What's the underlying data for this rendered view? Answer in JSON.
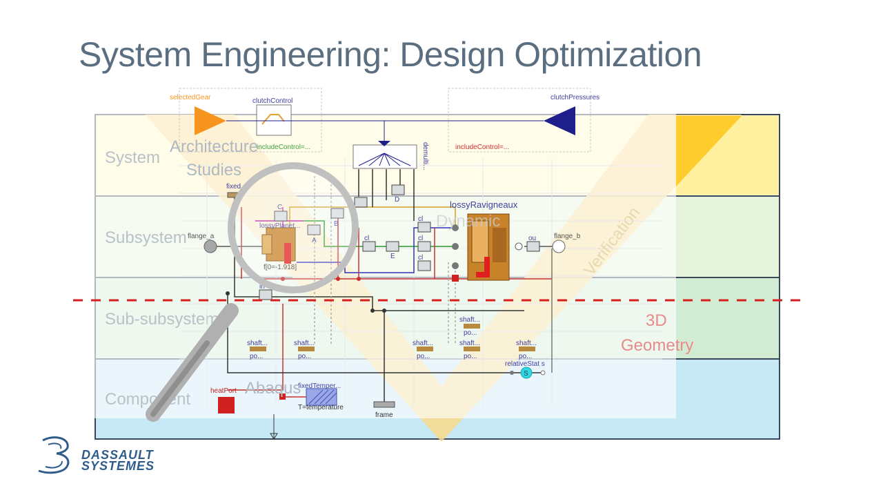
{
  "slide": {
    "title": "System Engineering: Design Optimization",
    "levels": [
      "System",
      "Subsystem",
      "Sub-subsystem",
      "Component"
    ],
    "overlays": {
      "architecture_line1": "Architecture",
      "architecture_line2": "Studies",
      "dynamic": "Dynamic",
      "verification": "Verification",
      "abaqus": "Abaqus",
      "geometry_line1": "3D",
      "geometry_line2": "Geometry"
    }
  },
  "diagram": {
    "selected_gear": "selectedGear",
    "clutch_control": "clutchControl",
    "clutch_pressures": "clutchPressures",
    "include_control_left": "includeControl=...",
    "include_control_right": "includeControl=...",
    "demulti": "demulti...",
    "fixed": "fixed",
    "lossy_planet": "lossyPlanet...",
    "lossy_ravigneaux": "lossyRavigneaux",
    "flange_a": "flange_a",
    "flange_b": "flange_b",
    "phi0": "f[0=-1.918]",
    "clutch_labels": [
      "A",
      "B",
      "C",
      "D",
      "E",
      "cl",
      "cl",
      "cl",
      "cl"
    ],
    "relative_states": "relativeStat s",
    "relative_states_symbol": "S",
    "heat_port": "heatPort",
    "fixed_temper": "fixedTemper...",
    "temperature": "T=temperature",
    "frame": "frame",
    "in_label": "in",
    "ou_label": "ou",
    "shafts": [
      {
        "name": "shaft...",
        "po": "po..."
      },
      {
        "name": "shaft...",
        "po": "po..."
      },
      {
        "name": "shaft...",
        "po": "po..."
      },
      {
        "name": "shaft...",
        "po": "po..."
      },
      {
        "name": "shaft...",
        "po": "po..."
      },
      {
        "name": "shaft...",
        "po": "po..."
      }
    ]
  },
  "logo": {
    "line1": "DASSAULT",
    "line2": "SYSTEMES"
  },
  "colors": {
    "title": "#5a6e80",
    "accent_orange": "#f7941d",
    "accent_blue": "#1f1f8c",
    "dashed_red": "#d62020"
  }
}
